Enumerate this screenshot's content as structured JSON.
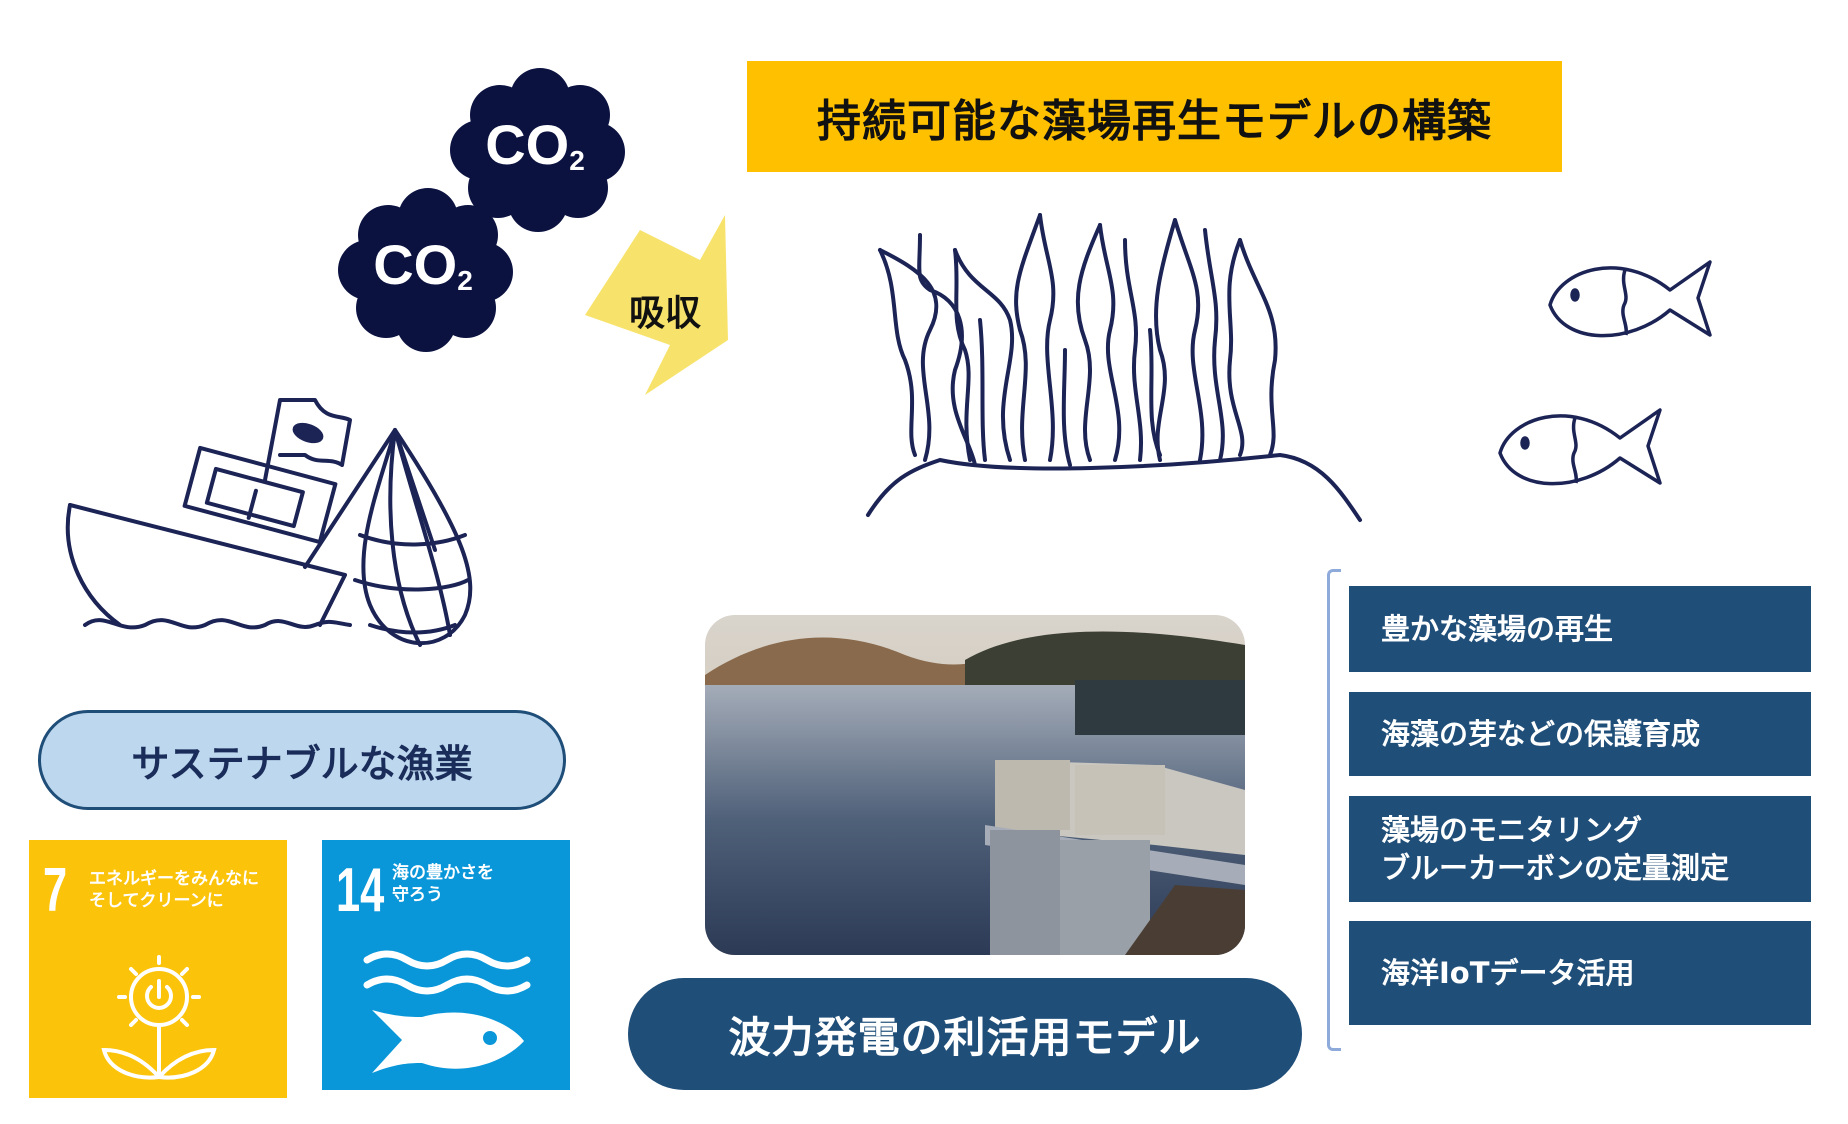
{
  "title_banner": {
    "text": "持続可能な藻場再生モデルの構築",
    "bg_color": "#ffc000"
  },
  "co2_clouds": [
    {
      "label": "CO",
      "sub": "2",
      "color": "#0b1240"
    },
    {
      "label": "CO",
      "sub": "2",
      "color": "#0b1240"
    }
  ],
  "absorb_arrow": {
    "label": "吸収",
    "color": "#f7e36b"
  },
  "illustrations": {
    "boat": "fishing-boat-with-net",
    "seaweed": "seaweed-bed",
    "fish": [
      "fish",
      "fish"
    ]
  },
  "sustainable_fishery": {
    "label": "サステナブルな漁業",
    "bg_color": "#bdd7ee",
    "border_color": "#1f4e79"
  },
  "sdg_goals": [
    {
      "number": "7",
      "line1": "エネルギーをみんなに",
      "line2": "そしてクリーンに",
      "color": "#fcc30b",
      "icon": "sun-power-plant-icon"
    },
    {
      "number": "14",
      "line1": "海の豊かさを",
      "line2": "守ろう",
      "color": "#0a97d9",
      "icon": "wave-fish-icon"
    }
  ],
  "wave_power": {
    "label": "波力発電の利活用モデル",
    "bg_color": "#1f4e79",
    "photo": "wave-power-device-at-sea"
  },
  "activities": [
    {
      "lines": [
        "豊かな藻場の再生"
      ]
    },
    {
      "lines": [
        "海藻の芽などの保護育成"
      ]
    },
    {
      "lines": [
        "藻場のモニタリング",
        "ブルーカーボンの定量測定"
      ]
    },
    {
      "lines": [
        "海洋IoTデータ活用"
      ]
    }
  ],
  "colors": {
    "navy": "#1f4e79",
    "line_art": "#1c2456",
    "bracket": "#8eaadb"
  }
}
